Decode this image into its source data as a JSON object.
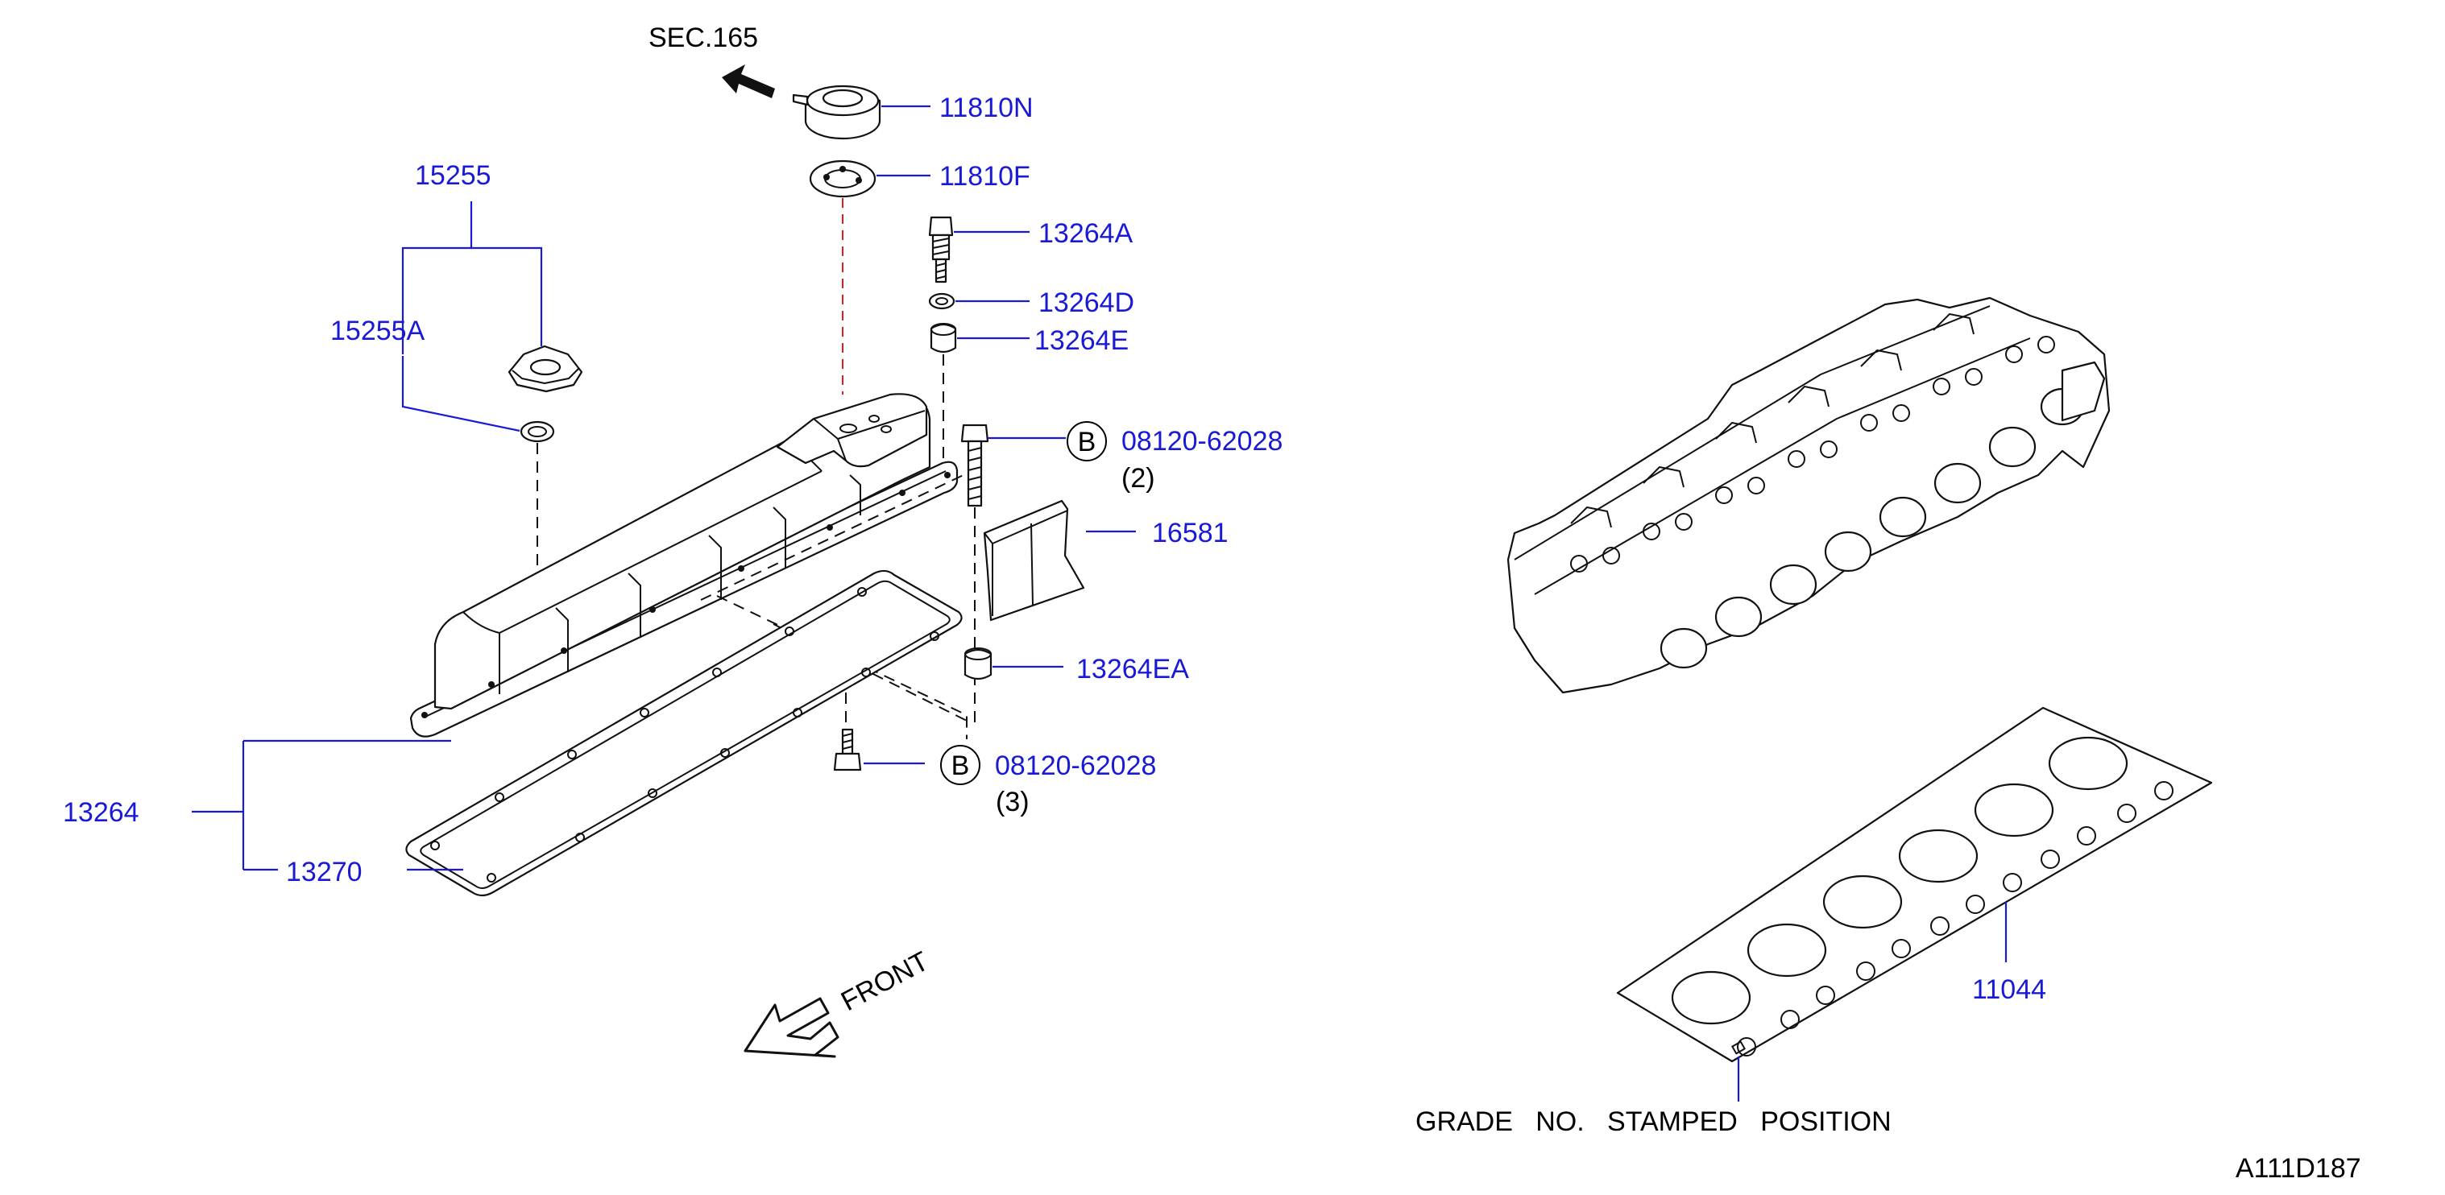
{
  "section_ref": "SEC.165",
  "front_label": "FRONT",
  "diagram_id": "A111D187",
  "grade_note": "GRADE   NO.   STAMPED   POSITION",
  "bolt_marker": "B",
  "parts": {
    "p11810N": "11810N",
    "p11810F": "11810F",
    "p13264A": "13264A",
    "p13264D": "13264D",
    "p13264E": "13264E",
    "p15255": "15255",
    "p15255A": "15255A",
    "p08120_upper": "08120-62028",
    "qty_upper": "(2)",
    "p16581": "16581",
    "p13264EA": "13264EA",
    "p08120_lower": "08120-62028",
    "qty_lower": "(3)",
    "p13264": "13264",
    "p13270": "13270",
    "p11044": "11044"
  },
  "colors": {
    "label": "#1a1ad6",
    "line": "#111111",
    "red_dash": "#e02020"
  },
  "icons": [
    "arrow-to-section-icon",
    "front-direction-arrow-icon",
    "bolt-marker-b-icon"
  ]
}
